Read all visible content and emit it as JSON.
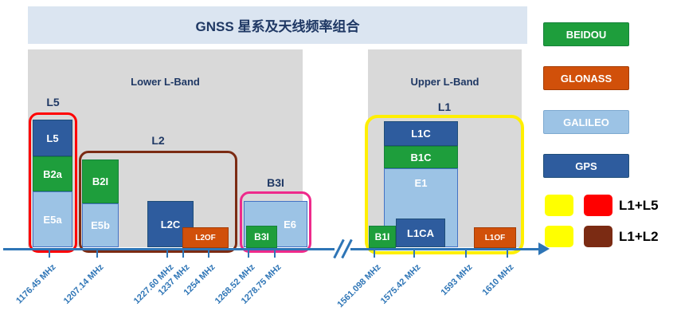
{
  "title": "GNSS 星系及天线频率组合",
  "panels": {
    "lower": "Lower L-Band",
    "upper": "Upper L-Band"
  },
  "groups": {
    "l5": "L5",
    "l2": "L2",
    "b3i": "B3I",
    "l1": "L1"
  },
  "blocks": {
    "l5": "L5",
    "b2a": "B2a",
    "e5a": "E5a",
    "b2i": "B2I",
    "e5b": "E5b",
    "l2c": "L2C",
    "l2of": "L2OF",
    "b3i": "B3I",
    "e6": "E6",
    "l1c": "L1C",
    "b1c": "B1C",
    "e1": "E1",
    "b1i": "B1I",
    "l1ca": "L1CA",
    "l1of": "L1OF"
  },
  "axis": {
    "break_symbol": "//",
    "ticks": [
      "1176.45 MHz",
      "1207.14 MHz",
      "1227.60 MHz",
      "1237 MHz",
      "1254 MHz",
      "1268.52 MHz",
      "1278.75 MHz",
      "1561.098 MHz",
      "1575.42 MHz",
      "1593 MHz",
      "1610 MHz"
    ]
  },
  "legend": {
    "systems": [
      {
        "label": "BEIDOU",
        "color": "#1e9e3c"
      },
      {
        "label": "GLONASS",
        "color": "#d1500a"
      },
      {
        "label": "GALILEO",
        "color": "#9cc3e5"
      },
      {
        "label": "GPS",
        "color": "#2e5c9e"
      }
    ],
    "combos": [
      {
        "label": "L1+L5",
        "colors": [
          "#ffff00",
          "#ff0000"
        ]
      },
      {
        "label": "L1+L2",
        "colors": [
          "#ffff00",
          "#7b2b13"
        ]
      }
    ]
  },
  "colors": {
    "axis": "#2e75b6",
    "title_text": "#1f3864",
    "panel_bg": "#d9d9d9",
    "titlebar_bg": "#dbe5f1",
    "outline_l5": "#ff0000",
    "outline_l2": "#7b2b13",
    "outline_b3i": "#ee2a8b",
    "outline_l1": "#ffff00"
  }
}
